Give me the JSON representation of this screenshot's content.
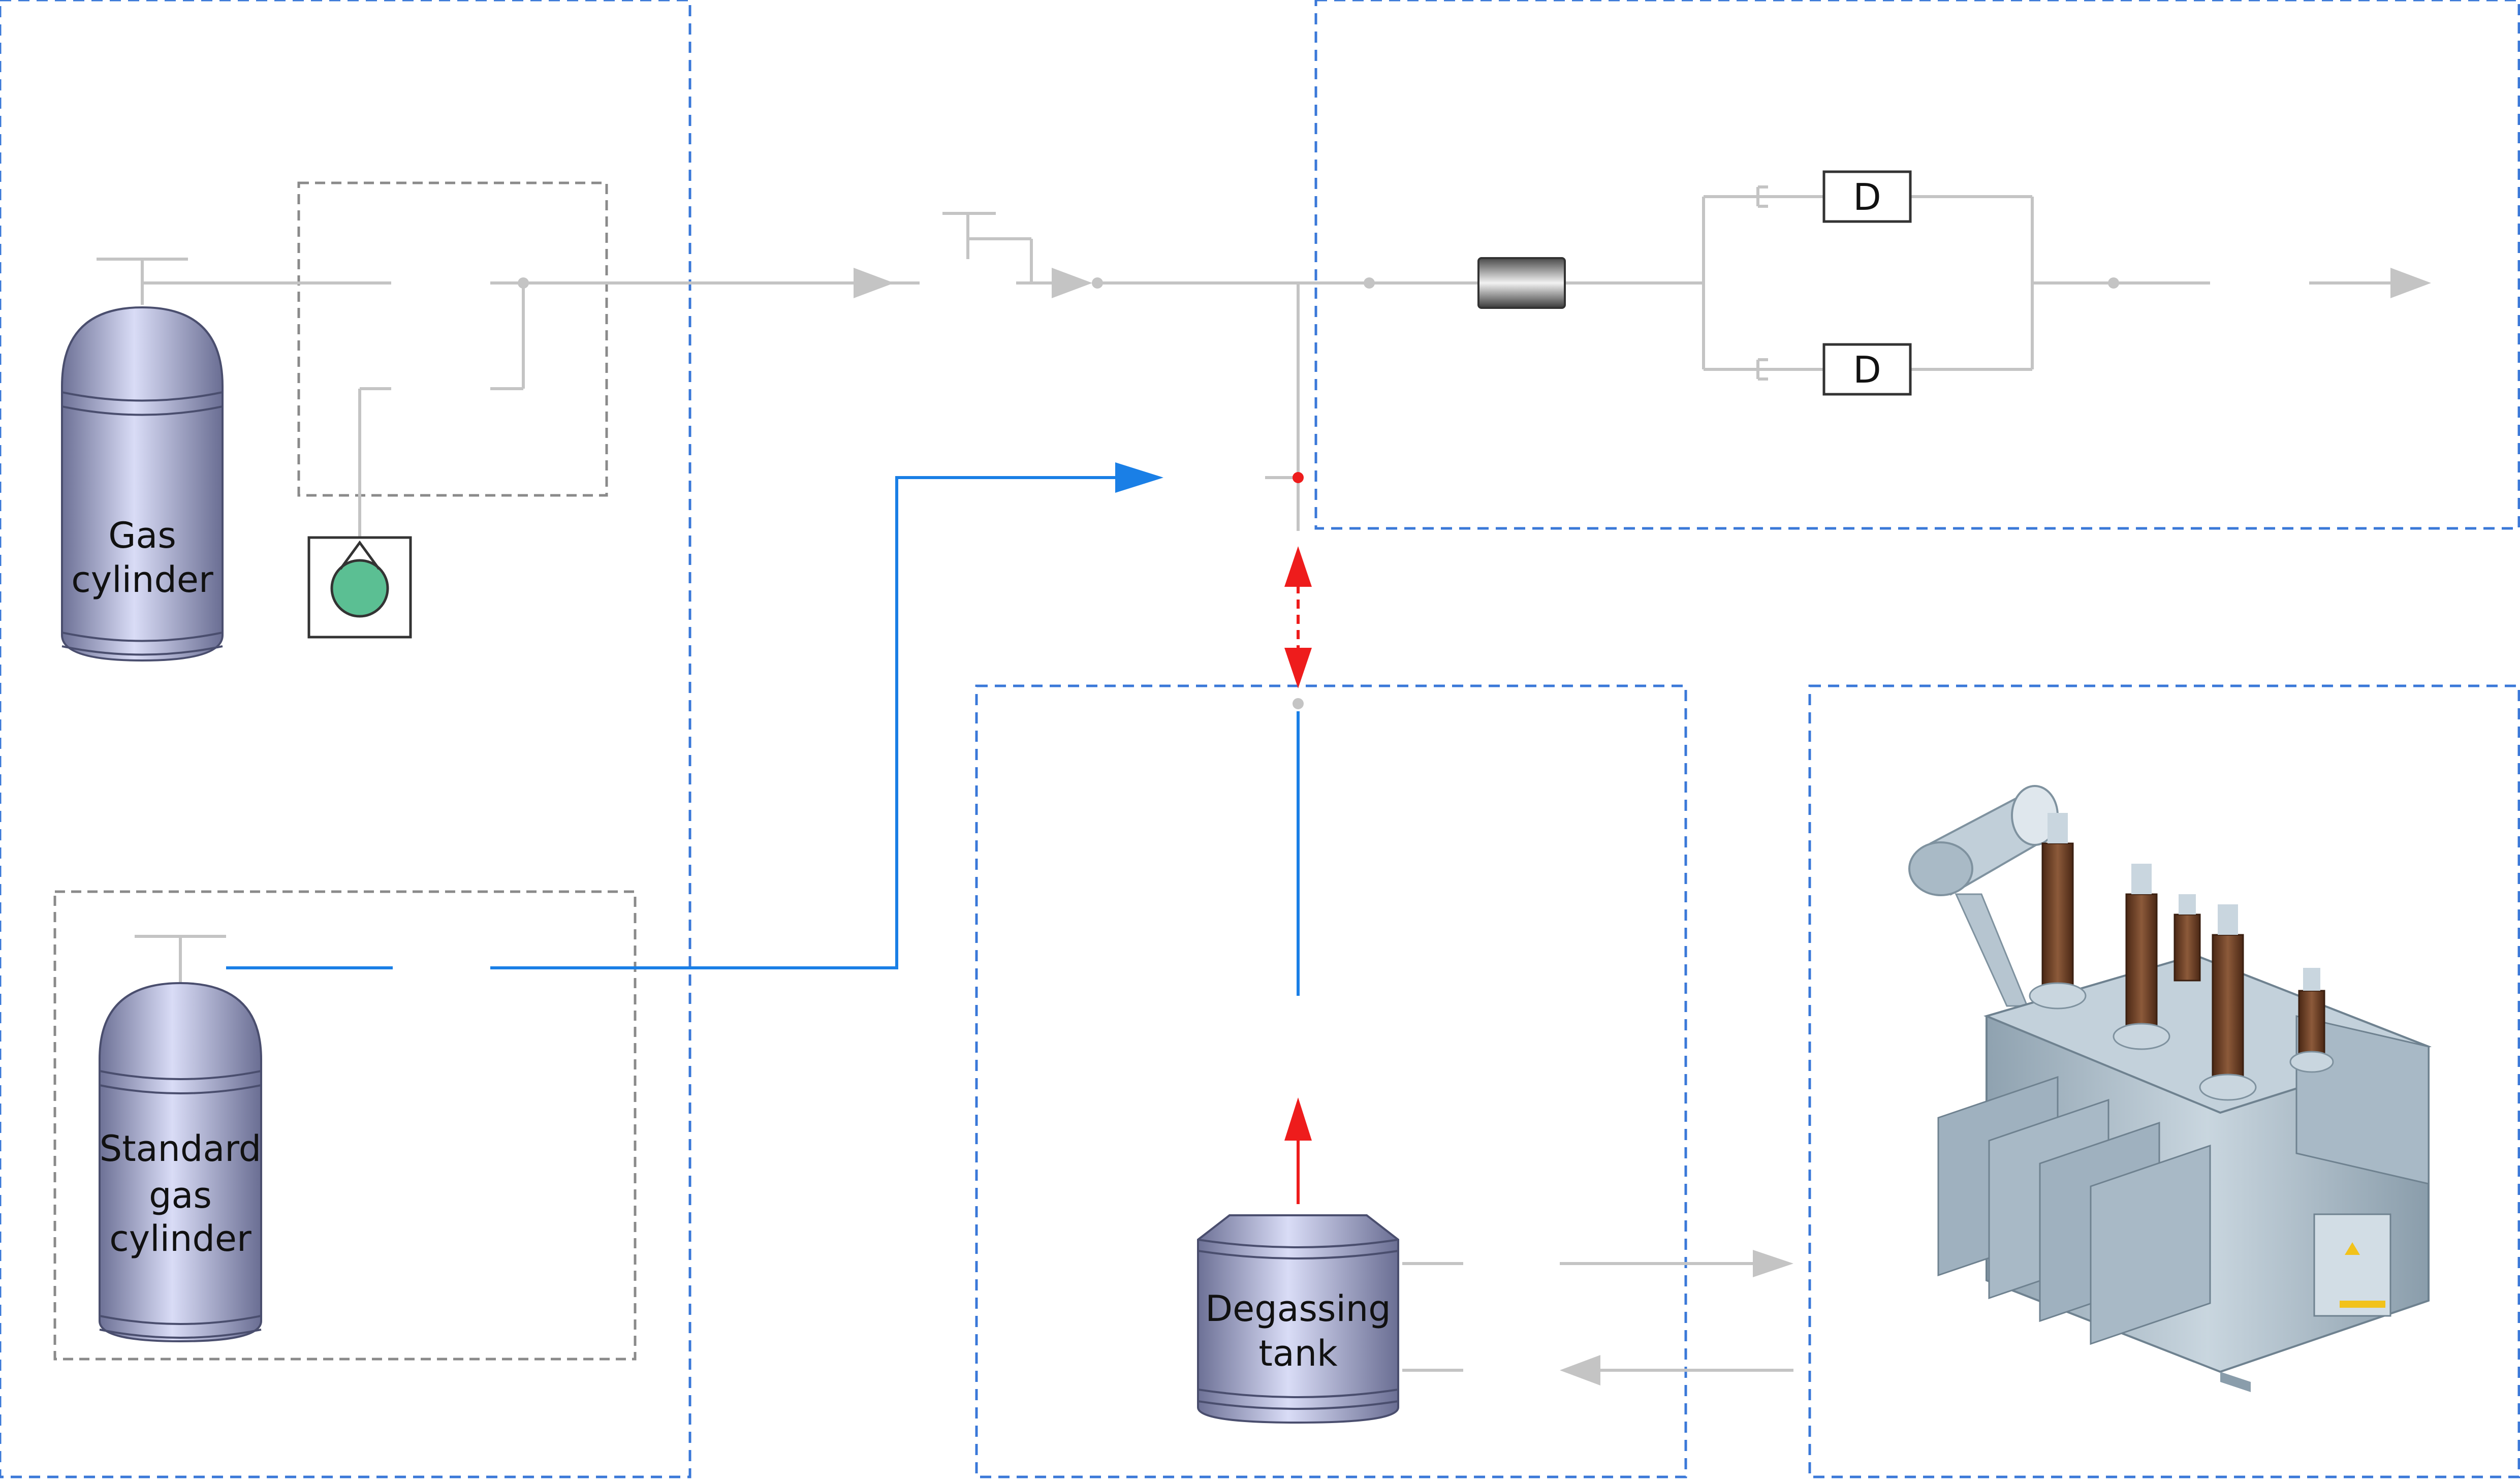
{
  "components": {
    "gas_cylinder": {
      "label_lines": [
        "Gas",
        "cylinder"
      ]
    },
    "standard_gas_cylinder": {
      "label_lines": [
        "Standard",
        "gas",
        "cylinder"
      ]
    },
    "degassing_tank": {
      "label_lines": [
        "Degassing",
        "tank"
      ]
    },
    "detector_top": {
      "label": "D"
    },
    "detector_bottom": {
      "label": "D"
    }
  },
  "colors": {
    "region_border": "#3a78d8",
    "inner_border": "#8a8a8a",
    "pipe_gray": "#c4c4c4",
    "pipe_blue": "#1a7fe6",
    "arrow_red": "#ee1c1c",
    "gauge_green": "#5bbf93",
    "tank_body": "#8a8fb4",
    "transformer_body": "#a9bac6",
    "bushing_brown": "#6b3a22"
  },
  "icons": {
    "gauge": "pressure-gauge-icon",
    "filter": "filter-cylinder-icon",
    "transformer": "power-transformer-icon"
  }
}
